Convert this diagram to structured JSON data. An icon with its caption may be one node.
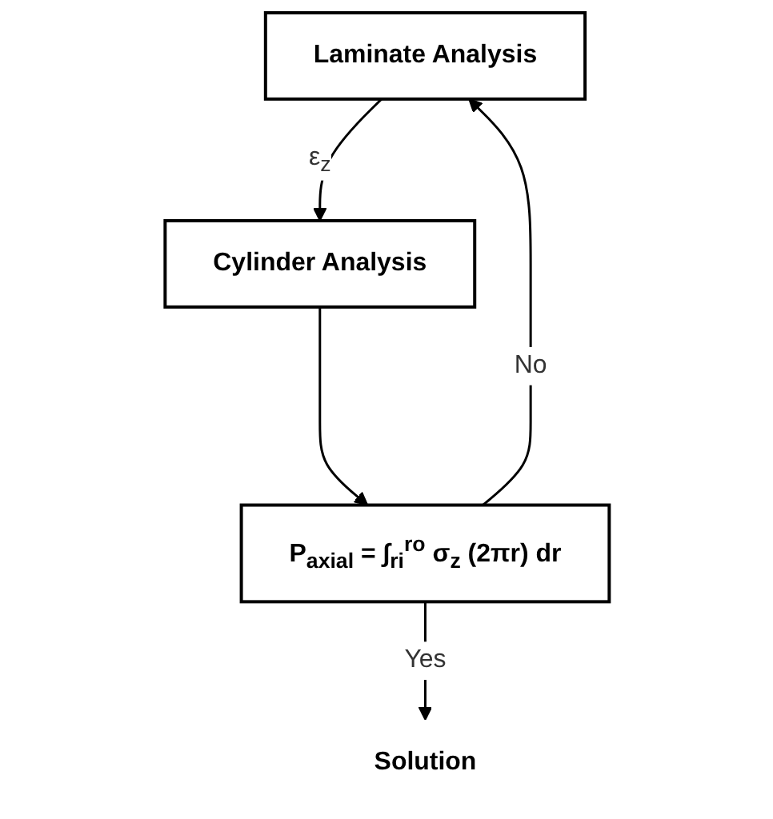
{
  "diagram": {
    "nodes": [
      {
        "text": [
          "Laminate Analysis"
        ]
      },
      {
        "text": [
          "Cylinder Analysis"
        ]
      },
      {
        "text": [
          "P$_{axial}$ = ∫$_{ri}$$^{ro}$ σ$_{z}$ (2πr) dr"
        ]
      },
      {
        "text": [
          "Solution"
        ]
      }
    ],
    "edges": [
      {
        "from": 0,
        "to": 1,
        "arrow": "to",
        "label": "ε$_{z}$"
      },
      {
        "from": 1,
        "to": 2,
        "arrow": "to"
      },
      {
        "from": 2,
        "to": 3,
        "arrow": "to",
        "label": "Yes"
      },
      {
        "from": 2,
        "to": 0,
        "arrow": "to",
        "label": "No"
      }
    ]
  }
}
